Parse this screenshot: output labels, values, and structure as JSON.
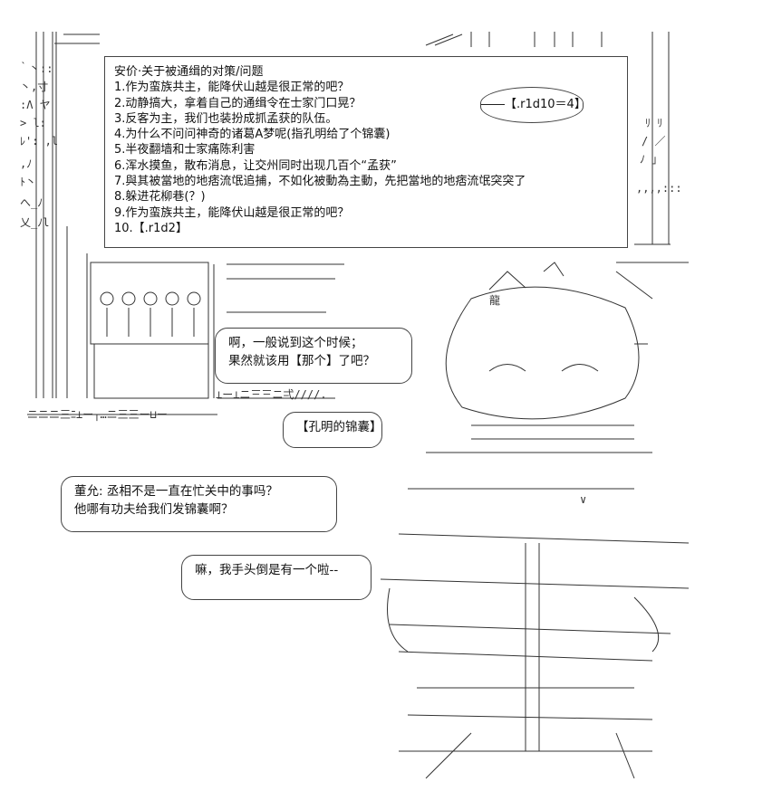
{
  "menu": {
    "title": "安价·关于被通缉的对策/问题",
    "items": [
      "1.作为蛮族共主，能降伏山越是很正常的吧？",
      "2.动静搞大，拿着自己的通缉令在士家门口晃？",
      "3.反客为主，我们也装扮成抓孟获的队伍。",
      "4.为什么不问问神奇的诸葛A梦呢(指孔明给了个锦囊)",
      "5.半夜翻墙和士家痛陈利害",
      "6.浑水摸鱼，散布消息，让交州同时出现几百个“孟获”",
      "7.與其被當地的地痞流氓追捕，不如化被動為主動，先把當地的地痞流氓突突了",
      "8.躲进花柳巷(？)",
      "9.作为蛮族共主，能降伏山越是很正常的吧？",
      "10.【.r1d2】"
    ]
  },
  "dice": "――【.r1d10＝4】",
  "bubbles": {
    "b1_line1": "啊，一般说到这个时候；",
    "b1_line2": "果然就该用【那个】了吧？",
    "b2": "【孔明的锦囊】",
    "b3_line1": "董允: 丞相不是一直在忙关中的事吗？",
    "b3_line2": "他哪有功夫给我们发锦囊啊？",
    "b4": "嘛，我手头倒是有一个啦--"
  },
  "art": {
    "label": "龍"
  }
}
